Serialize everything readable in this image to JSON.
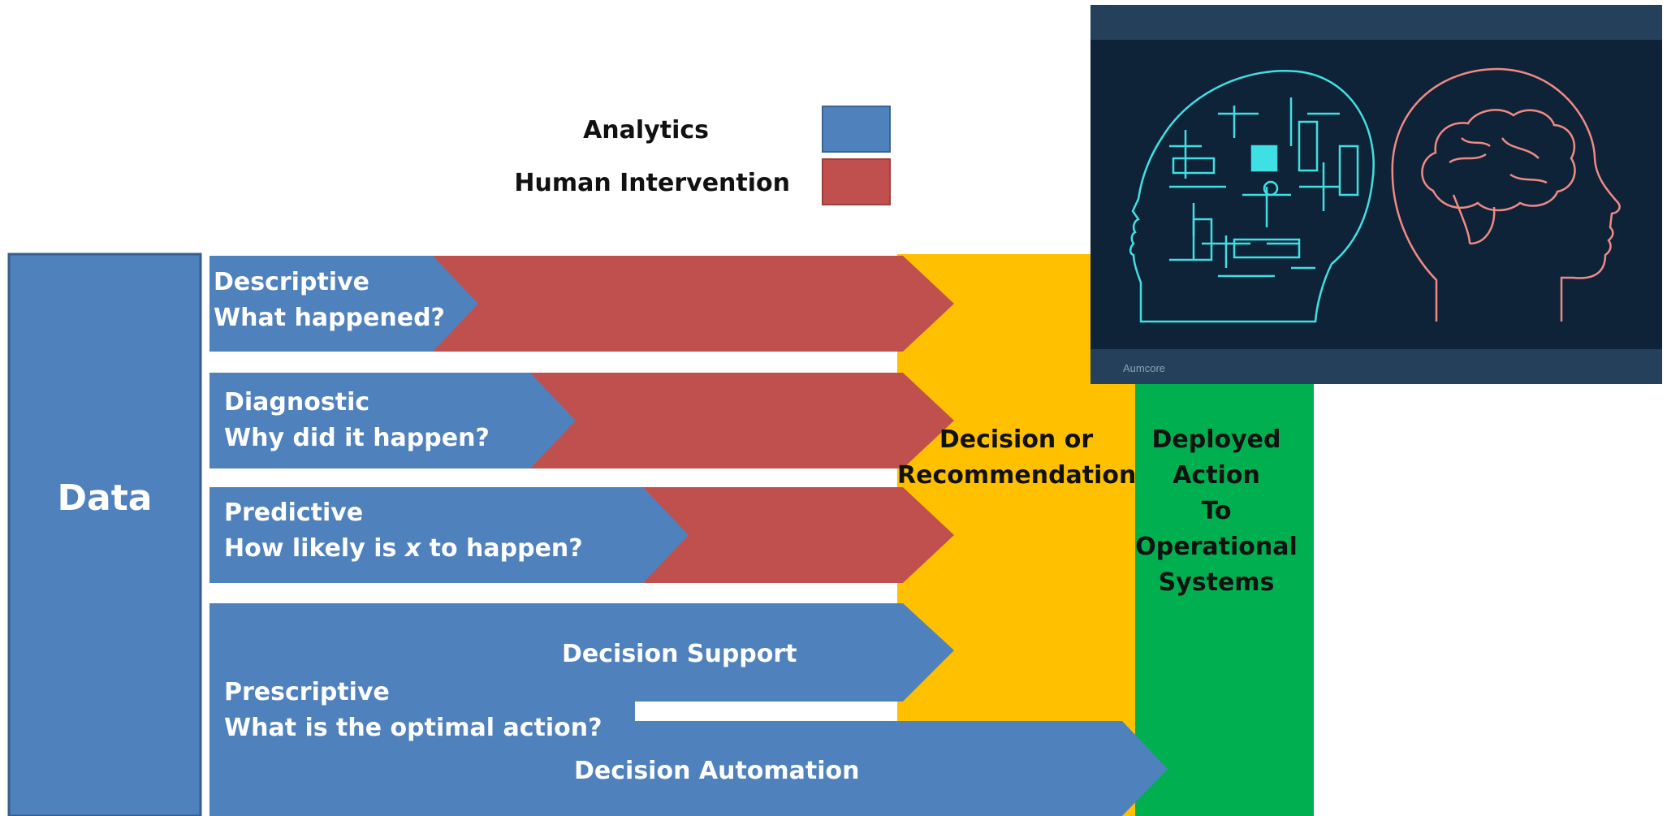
{
  "legend": {
    "items": [
      {
        "label": "Analytics",
        "color": "#4f81bd"
      },
      {
        "label": "Human Intervention",
        "color": "#c0504d"
      }
    ]
  },
  "colors": {
    "analytics": "#4f81bd",
    "human": "#c0504d",
    "decision": "#ffc000",
    "deployed": "#00b050"
  },
  "data_block": {
    "label": "Data"
  },
  "stages": [
    {
      "name": "Descriptive",
      "question": "What happened?"
    },
    {
      "name": "Diagnostic",
      "question": "Why did it happen?"
    },
    {
      "name": "Predictive",
      "question_pre": "How likely is ",
      "question_var": "x",
      "question_post": " to happen?"
    },
    {
      "name": "Prescriptive",
      "question": "What is the optimal action?"
    }
  ],
  "prescriptive": {
    "support_label": "Decision Support",
    "automation_label": "Decision Automation"
  },
  "decision_block": {
    "lines": [
      "Decision or",
      "Recommendation"
    ]
  },
  "deployed_block": {
    "lines": [
      "Deployed",
      "Action",
      "To",
      "Operational",
      "Systems"
    ]
  },
  "inset": {
    "caption": "Aumcore",
    "left_icon": "circuit-head-icon",
    "right_icon": "brain-head-icon"
  }
}
